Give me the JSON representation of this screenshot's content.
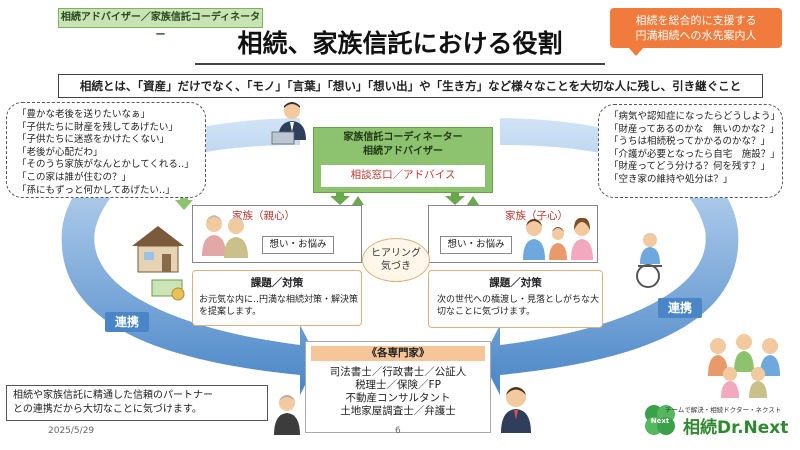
{
  "header": {
    "tag": "相続アドバイザー／家族信託コーディネーター",
    "title": "相続、家族信託における役割",
    "callout_lines": [
      "相続を総合的に支援する",
      "円満相続への水先案内人"
    ],
    "definition": "相続とは、「資産」だけでなく、「モノ」「言葉」「想い」「想い出」や「生き方」など様々なことを大切な人に残し、引き継ぐこと"
  },
  "parent_bubble": [
    "「豊かな老後を送りたいなぁ」",
    "「子供たちに財産を残してあげたい」",
    "「子供たちに迷惑をかけたくない」",
    "「老後が心配だわ」",
    "「そのうち家族がなんとかしてくれる‥」",
    "「この家は誰が住むの？」",
    "「孫にもずっと何かしてあげたい‥」"
  ],
  "child_bubble": [
    "「病気や認知症になったらどうしよう」",
    "「財産ってあるのかな　無いのかな？」",
    "「うちは相続税ってかかるのかな？」",
    "「介護が必要となったら自宅　施設？」",
    "「財産ってどう分ける？何を残す？」",
    "「空き家の維持や処分は？」"
  ],
  "coordinator": {
    "title_line1": "家族信託コーディネーター",
    "title_line2": "相続アドバイザー",
    "subtitle": "相談窓口／アドバイス"
  },
  "family_parent": {
    "label": "家族（親心）",
    "concern": "想い・お悩み"
  },
  "family_child": {
    "label": "家族（子心）",
    "concern": "想い・お悩み"
  },
  "hearing": [
    "ヒアリング",
    "気づき"
  ],
  "issue_left": {
    "title": "課題／対策",
    "text": [
      "お元気な内に‥円満な相続対策・解決策",
      "を提案します。"
    ]
  },
  "issue_right": {
    "title": "課題／対策",
    "text": [
      "次の世代への橋渡し・見落としがちな大",
      "切なことに気づけます。"
    ]
  },
  "renkei": "連携",
  "specialists": {
    "title": "《各専門家》",
    "lines": [
      "司法書士／行政書士／公証人",
      "税理士／保険／FP",
      "不動産コンサルタント",
      "土地家屋調査士／弁護士"
    ]
  },
  "note": [
    "相続や家族信託に精通した信頼のパートナー",
    "との連携だから大切なことに気づけます。"
  ],
  "footer": {
    "date": "2025/5/29",
    "page": "6"
  },
  "logo": {
    "small": "チームで解決・相続ドクター・ネクスト",
    "badge": "Next",
    "main": "相続Dr.Next"
  },
  "colors": {
    "arrow_blue": "#3f7fc4",
    "green": "#8dc26f",
    "orange": "#f07b3d"
  }
}
